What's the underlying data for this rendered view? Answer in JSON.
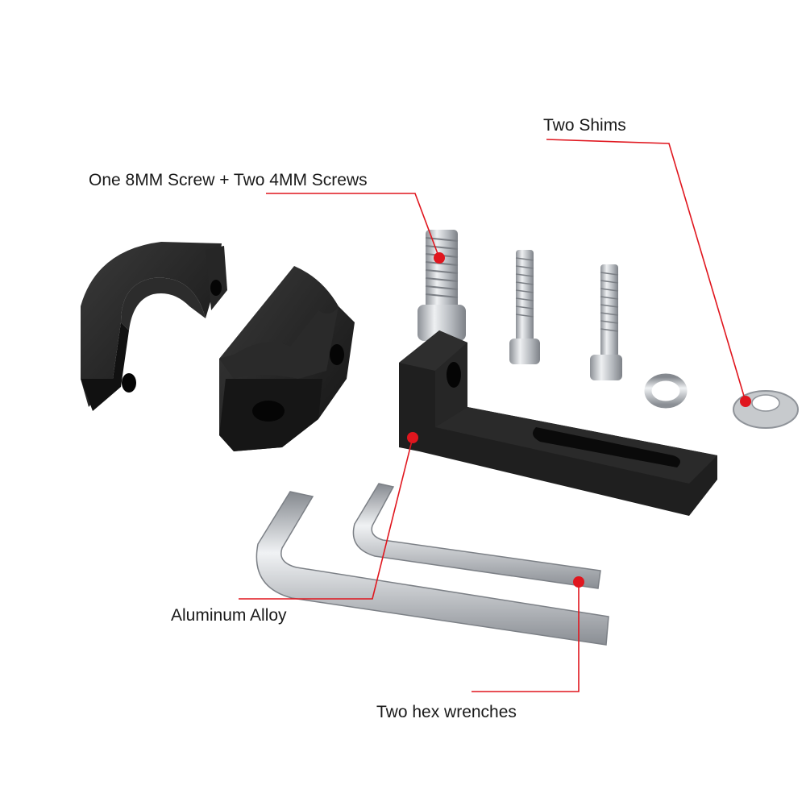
{
  "labels": {
    "shims": "Two Shims",
    "screws": "One 8MM Screw + Two 4MM Screws",
    "alloy": "Aluminum Alloy",
    "wrenches": "Two hex wrenches"
  },
  "colors": {
    "callout": "#e0161e",
    "part_black": "#1e1e1e",
    "steel": "#b8bbbf"
  }
}
